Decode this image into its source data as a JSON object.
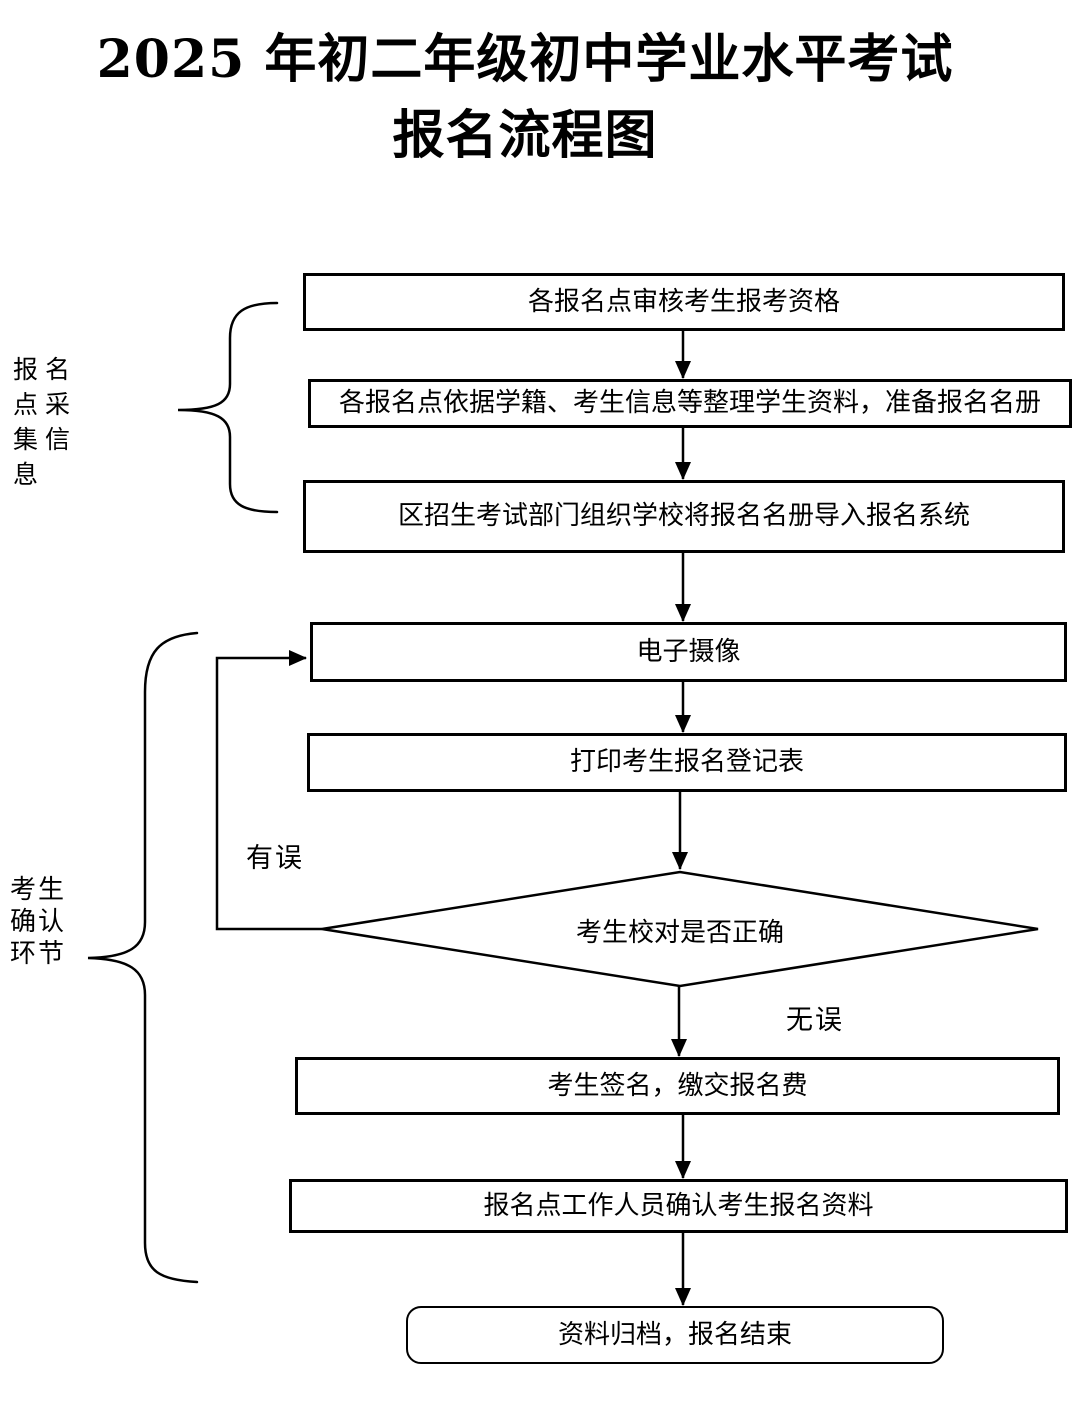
{
  "title": {
    "line1": "2025 年初二年级初中学业水平考试",
    "line2": "报名流程图"
  },
  "side_labels": [
    {
      "id": "collect-info",
      "text": "报名点采集信息",
      "lines": [
        "报名",
        "点采",
        "集信",
        "息"
      ]
    },
    {
      "id": "candidate-confirm",
      "text": "考生确认环节",
      "lines": [
        "考生",
        "确认",
        "环节"
      ]
    }
  ],
  "nodes": [
    {
      "id": "audit",
      "type": "process",
      "label": "各报名点审核考生报考资格"
    },
    {
      "id": "prepare",
      "type": "process",
      "label": "各报名点依据学籍、考生信息等整理学生资料，准备报名名册"
    },
    {
      "id": "import",
      "type": "process",
      "label": "区招生考试部门组织学校将报名名册导入报名系统"
    },
    {
      "id": "photo",
      "type": "process",
      "label": "电子摄像"
    },
    {
      "id": "print",
      "type": "process",
      "label": "打印考生报名登记表"
    },
    {
      "id": "verify",
      "type": "decision",
      "label": "考生校对是否正确"
    },
    {
      "id": "sign-pay",
      "type": "process",
      "label": "考生签名，缴交报名费"
    },
    {
      "id": "confirm",
      "type": "process",
      "label": "报名点工作人员确认考生报名资料"
    },
    {
      "id": "archive",
      "type": "terminator",
      "label": "资料归档，报名结束"
    }
  ],
  "edge_labels": {
    "error": "有误",
    "ok": "无误"
  },
  "colors": {
    "ink": "#000000",
    "background": "#ffffff"
  }
}
